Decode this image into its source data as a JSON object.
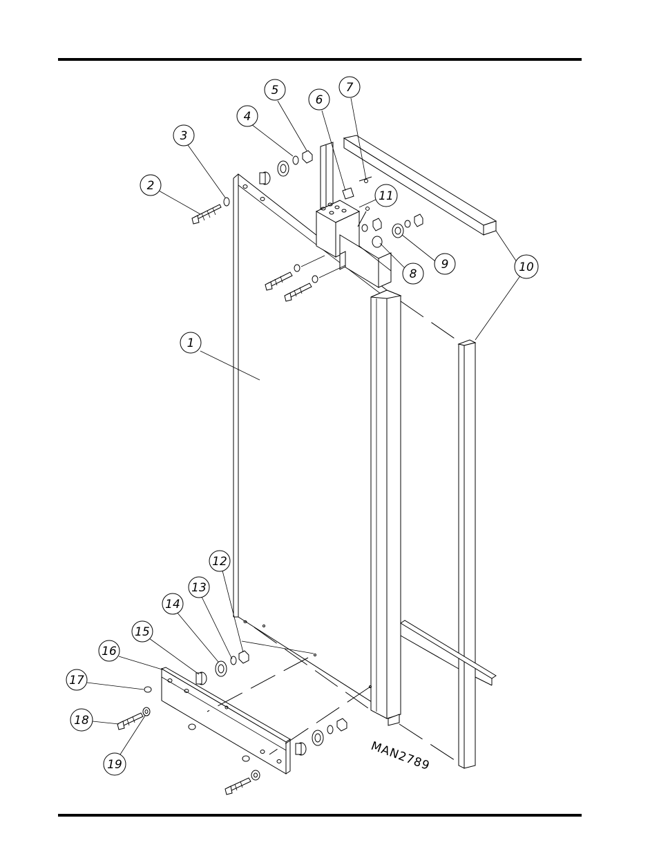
{
  "drawing_id": "MAN2789",
  "callouts": [
    {
      "id": "1",
      "label": "1"
    },
    {
      "id": "2",
      "label": "2"
    },
    {
      "id": "3",
      "label": "3"
    },
    {
      "id": "4",
      "label": "4"
    },
    {
      "id": "5",
      "label": "5"
    },
    {
      "id": "6",
      "label": "6"
    },
    {
      "id": "7",
      "label": "7"
    },
    {
      "id": "8",
      "label": "8"
    },
    {
      "id": "9",
      "label": "9"
    },
    {
      "id": "10",
      "label": "10"
    },
    {
      "id": "11",
      "label": "11"
    },
    {
      "id": "12",
      "label": "12"
    },
    {
      "id": "13",
      "label": "13"
    },
    {
      "id": "14",
      "label": "14"
    },
    {
      "id": "15",
      "label": "15"
    },
    {
      "id": "16",
      "label": "16"
    },
    {
      "id": "17",
      "label": "17"
    },
    {
      "id": "18",
      "label": "18"
    },
    {
      "id": "19",
      "label": "19"
    }
  ],
  "colors": {
    "ink": "#000000",
    "paper": "#ffffff"
  }
}
